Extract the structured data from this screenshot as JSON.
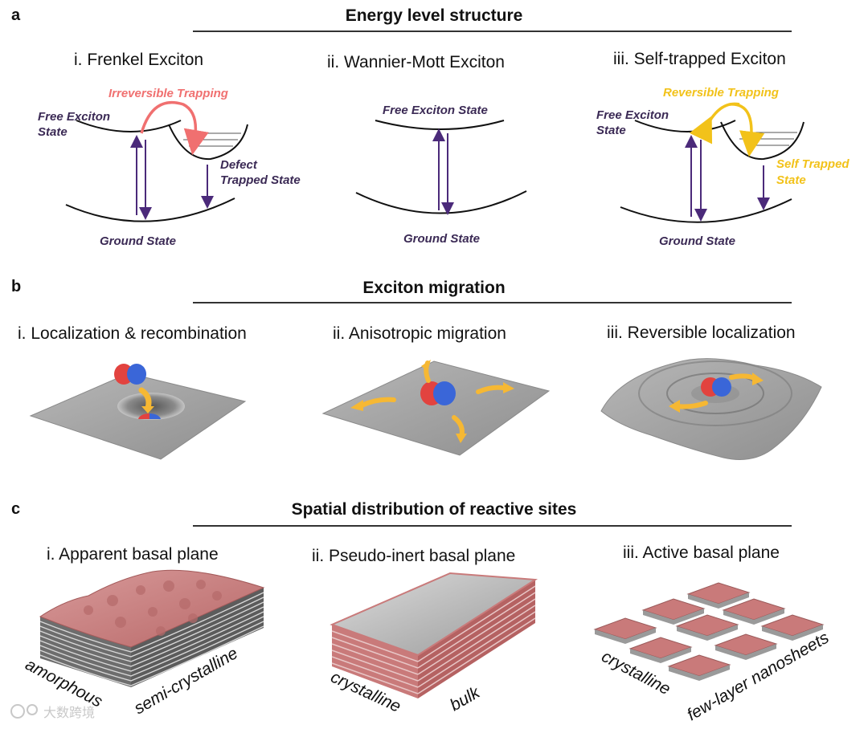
{
  "colors": {
    "level_line": "#111111",
    "transition_arrow": "#4b2a7a",
    "irreversible": "#f07070",
    "reversible": "#f2c21a",
    "migration_arrow": "#f6b833",
    "exciton_red": "#e2433f",
    "exciton_blue": "#3a66d8",
    "surface_grey": "#9c9c9c",
    "sheet_pink": "#c97a7a"
  },
  "panel_a": {
    "letter": "a",
    "title": "Energy level structure",
    "frenkel": {
      "subtitle": "i. Frenkel Exciton",
      "trapping": "Irreversible Trapping",
      "free_state_1": "Free Exciton",
      "free_state_2": "State",
      "defect_1": "Defect",
      "defect_2": "Trapped State",
      "ground": "Ground State"
    },
    "wannier": {
      "subtitle": "ii. Wannier-Mott Exciton",
      "free_state": "Free Exciton State",
      "ground": "Ground State"
    },
    "self_trapped": {
      "subtitle": "iii. Self-trapped Exciton",
      "trapping": "Reversible Trapping",
      "free_state_1": "Free Exciton",
      "free_state_2": "State",
      "trapped_1": "Self Trapped",
      "trapped_2": "State",
      "ground": "Ground State"
    }
  },
  "panel_b": {
    "letter": "b",
    "title": "Exciton migration",
    "sub1": "i. Localization & recombination",
    "sub2": "ii. Anisotropic migration",
    "sub3": "iii. Reversible localization"
  },
  "panel_c": {
    "letter": "c",
    "title": "Spatial distribution of reactive sites",
    "sub1": "i. Apparent basal  plane",
    "sub2": "ii. Pseudo-inert basal plane",
    "sub3": "iii. Active basal plane",
    "amorphous": "amorphous",
    "semi": "semi-crystalline",
    "crystalline_2": "crystalline",
    "bulk": "bulk",
    "crystalline_3": "crystalline",
    "few_layer": "few-layer nanosheets"
  },
  "watermark": "大数跨境"
}
